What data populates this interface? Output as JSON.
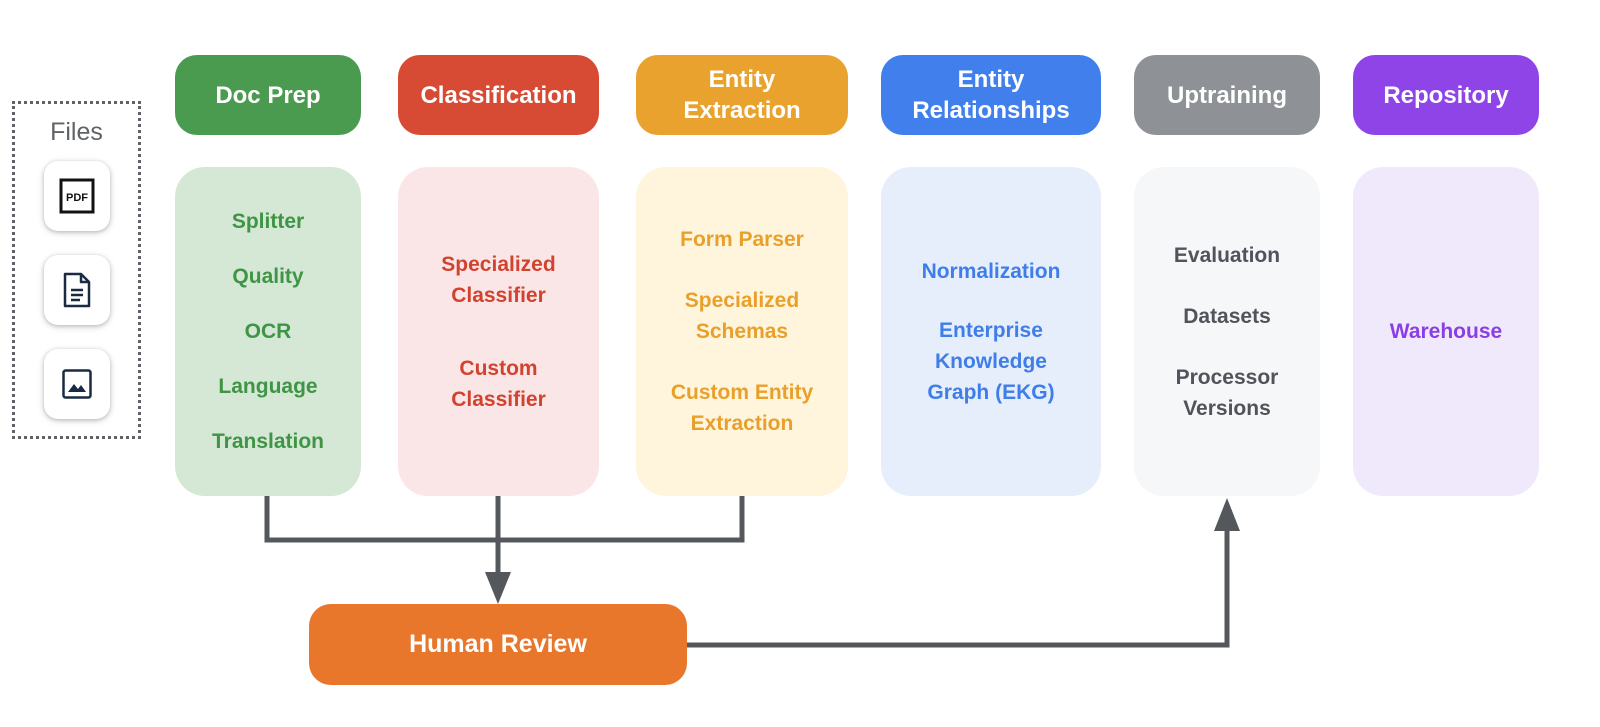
{
  "files": {
    "title": "Files",
    "items": [
      {
        "icon": "pdf-file-icon",
        "badge": "PDF"
      },
      {
        "icon": "document-icon"
      },
      {
        "icon": "image-icon"
      }
    ]
  },
  "stages": [
    {
      "title": "Doc Prep",
      "header_color": "#4a9a50",
      "panel_color": "#d4e8d5",
      "text_color": "#3f9445",
      "items": [
        "Splitter",
        "Quality",
        "OCR",
        "Language",
        "Translation"
      ]
    },
    {
      "title": "Classification",
      "header_color": "#d74b35",
      "panel_color": "#fbe6e7",
      "text_color": "#d2432f",
      "items": [
        "Specialized\nClassifier",
        "Custom\nClassifier"
      ]
    },
    {
      "title": "Entity\nExtraction",
      "header_color": "#eaa22f",
      "panel_color": "#fef5dc",
      "text_color": "#e9a02b",
      "items": [
        "Form Parser",
        "Specialized\nSchemas",
        "Custom Entity\nExtraction"
      ]
    },
    {
      "title": "Entity\nRelationships",
      "header_color": "#4180ec",
      "panel_color": "#e6eefb",
      "text_color": "#3f7ee8",
      "items": [
        "Normalization",
        "Enterprise\nKnowledge\nGraph (EKG)"
      ]
    },
    {
      "title": "Uptraining",
      "header_color": "#8e9196",
      "panel_color": "#f6f7f9",
      "text_color": "#50545a",
      "items": [
        "Evaluation",
        "Datasets",
        "Processor\nVersions"
      ]
    },
    {
      "title": "Repository",
      "header_color": "#8f44e8",
      "panel_color": "#f0e9fb",
      "text_color": "#8a3fe6",
      "items": [
        "Warehouse"
      ]
    }
  ],
  "review": {
    "label": "Human Review",
    "color": "#e8762b"
  },
  "connector_color": "#54585d"
}
